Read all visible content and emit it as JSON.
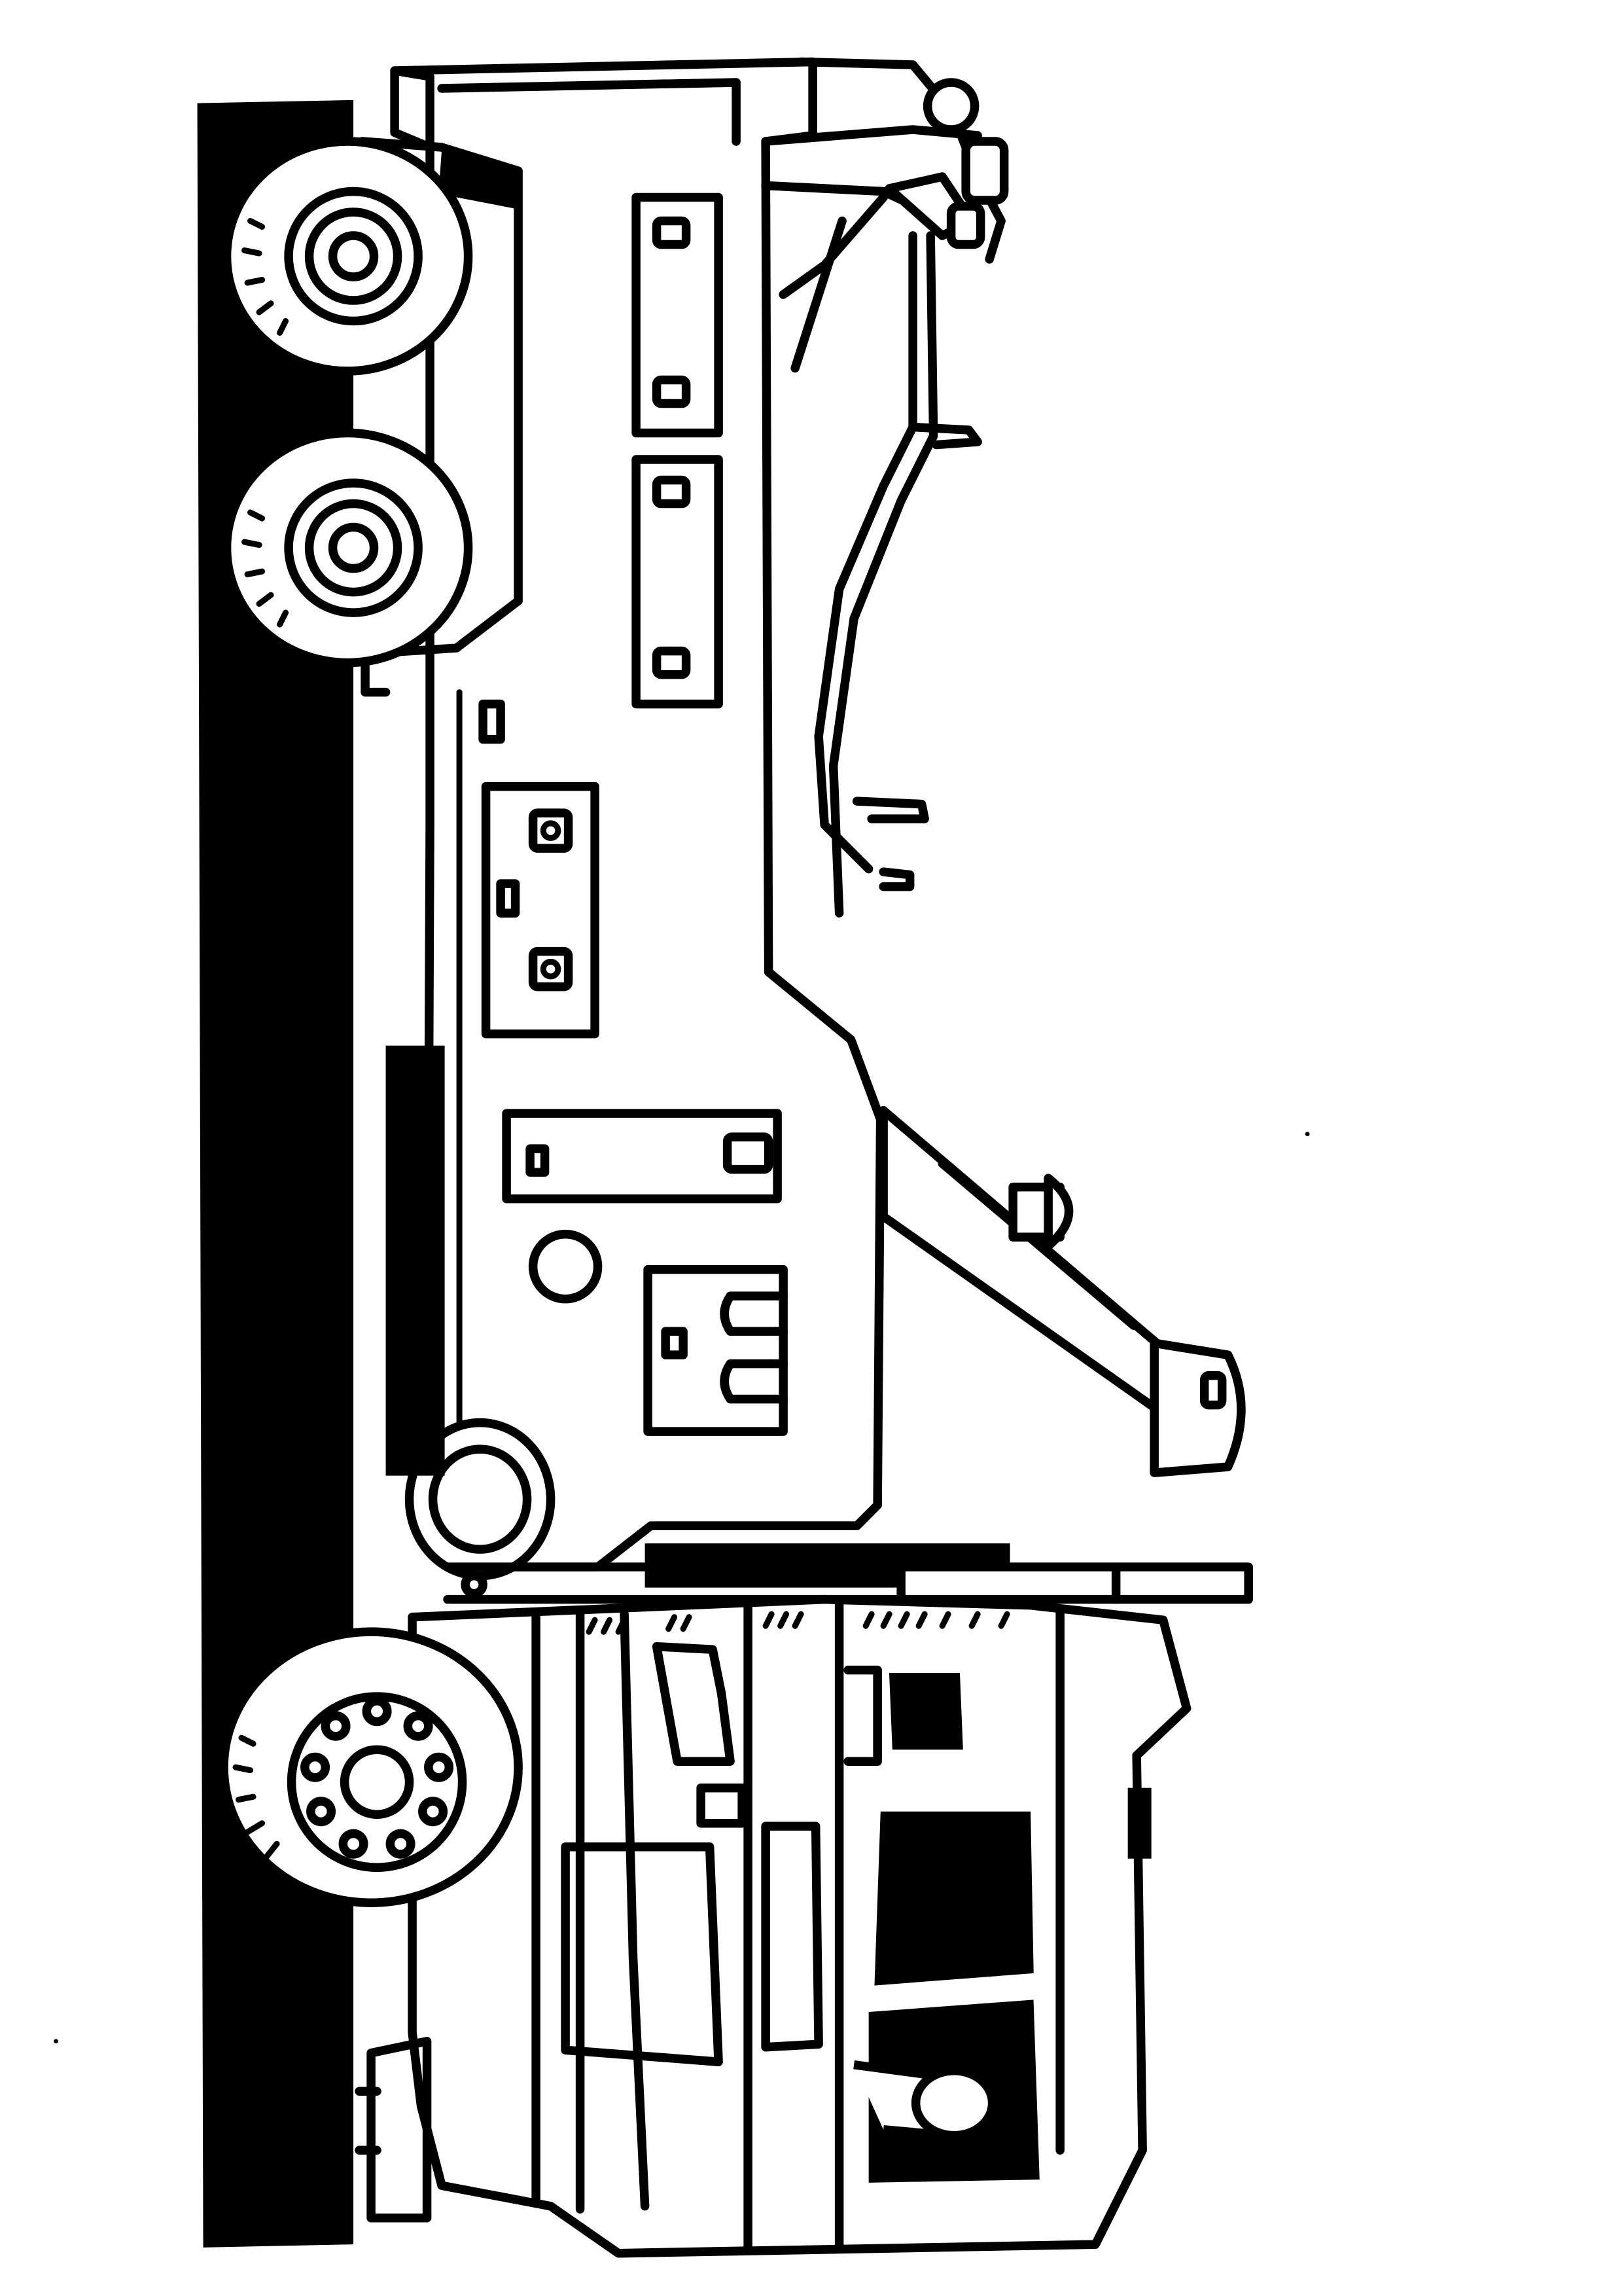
{
  "page": {
    "background": "#ffffff",
    "ink": "#000000"
  },
  "illustration": {
    "subject": "tow-truck",
    "style": "coloring-page-line-art",
    "orientation": "rotated-90-degrees"
  }
}
